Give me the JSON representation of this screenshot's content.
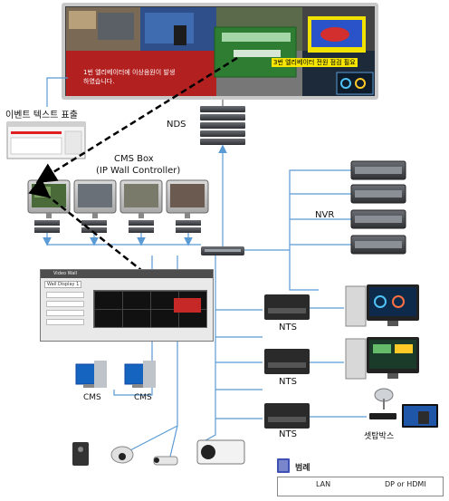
{
  "labels": {
    "event_text": "이벤트 텍스트 표출",
    "nds": "NDS",
    "cms_box": "CMS Box",
    "ip_wall_controller": "(IP Wall Controller)",
    "nvr": "NVR",
    "nts_1": "NTS",
    "nts_2": "NTS",
    "nts_3": "NTS",
    "cms_1": "CMS",
    "cms_2": "CMS",
    "settop_box": "셋탑박스"
  },
  "wall_screen": {
    "event_message": "1번 엘리베이터에 이상음원이 발생\n하였습니다.",
    "event_message_2": "3번 엘리베이터 전원 점검 필요"
  },
  "video_wall_window": {
    "title": "Video Wall",
    "tab": "Wall Display 1"
  },
  "legend": {
    "title": "범례",
    "lan": "LAN",
    "dp_hdmi": "DP or HDMI"
  },
  "colors": {
    "lan_line": "#5b9bd5",
    "dp_hdmi_line": "#a6a6a6",
    "event_arrow": "#000000",
    "event_bar": "#e8e8e8",
    "alert_red": "#e02020"
  }
}
